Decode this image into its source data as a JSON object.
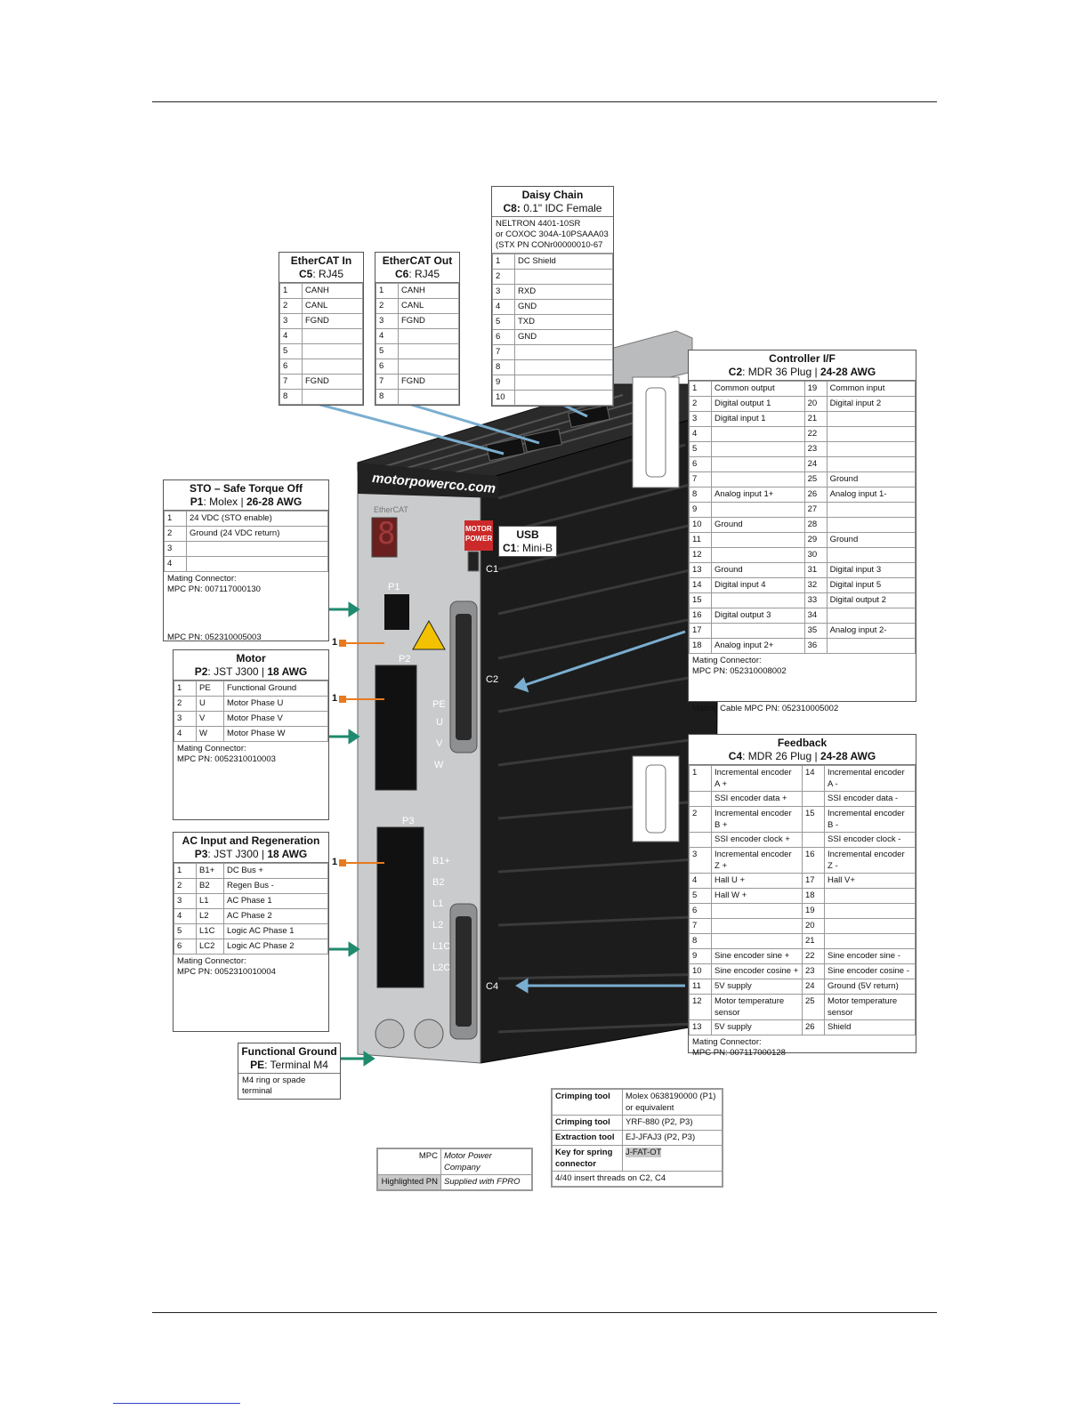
{
  "ethercat_in": {
    "title": "EtherCAT In",
    "sub_bold": "C5",
    "sub": ": RJ45",
    "rows": [
      [
        "1",
        "CANH"
      ],
      [
        "2",
        "CANL"
      ],
      [
        "3",
        "FGND"
      ],
      [
        "4",
        ""
      ],
      [
        "5",
        ""
      ],
      [
        "6",
        ""
      ],
      [
        "7",
        "FGND"
      ],
      [
        "8",
        ""
      ]
    ]
  },
  "ethercat_out": {
    "title": "EtherCAT Out",
    "sub_bold": "C6",
    "sub": ": RJ45",
    "rows": [
      [
        "1",
        "CANH"
      ],
      [
        "2",
        "CANL"
      ],
      [
        "3",
        "FGND"
      ],
      [
        "4",
        ""
      ],
      [
        "5",
        ""
      ],
      [
        "6",
        ""
      ],
      [
        "7",
        "FGND"
      ],
      [
        "8",
        ""
      ]
    ]
  },
  "daisy": {
    "title": "Daisy Chain",
    "sub_bold": "C8:",
    "sub": " 0.1\" IDC Female",
    "note": [
      "NELTRON 4401-10SR",
      "or COXOC 304A-10PSAAA03",
      "(STX PN CONr00000010-67"
    ],
    "rows": [
      [
        "1",
        "DC Shield"
      ],
      [
        "2",
        ""
      ],
      [
        "3",
        "RXD"
      ],
      [
        "4",
        "GND"
      ],
      [
        "5",
        "TXD"
      ],
      [
        "6",
        "GND"
      ],
      [
        "7",
        ""
      ],
      [
        "8",
        ""
      ],
      [
        "9",
        ""
      ],
      [
        "10",
        ""
      ]
    ]
  },
  "controller": {
    "title": "Controller I/F",
    "sub_bold": "C2",
    "sub": ": MDR 36 Plug  |  ",
    "sub2_bold": "24-28 AWG",
    "rows": [
      [
        "1",
        "Common output",
        "19",
        "Common input"
      ],
      [
        "2",
        "Digital output 1",
        "20",
        "Digital input 2"
      ],
      [
        "3",
        "Digital input 1",
        "21",
        ""
      ],
      [
        "4",
        "",
        "22",
        ""
      ],
      [
        "5",
        "",
        "23",
        ""
      ],
      [
        "6",
        "",
        "24",
        ""
      ],
      [
        "7",
        "",
        "25",
        "Ground"
      ],
      [
        "8",
        "Analog input 1+",
        "26",
        "Analog input 1-"
      ],
      [
        "9",
        "",
        "27",
        ""
      ],
      [
        "10",
        "Ground",
        "28",
        ""
      ],
      [
        "11",
        "",
        "29",
        "Ground"
      ],
      [
        "12",
        "",
        "30",
        ""
      ],
      [
        "13",
        "Ground",
        "31",
        "Digital input 3"
      ],
      [
        "14",
        "Digital input 4",
        "32",
        "Digital input 5"
      ],
      [
        "15",
        "",
        "33",
        "Digital output 2"
      ],
      [
        "16",
        "Digital output 3",
        "34",
        ""
      ],
      [
        "17",
        "",
        "35",
        "Analog input 2-"
      ],
      [
        "18",
        "Analog input 2+",
        "36",
        ""
      ]
    ],
    "mating": "Mating Connector:",
    "mating_pn": "MPC PN: 052310008002",
    "cable": "Mating Cable MPC PN: 052310005002"
  },
  "sto": {
    "title": "STO – Safe Torque Off",
    "sub_bold": "P1",
    "sub": ": Molex  |  ",
    "sub2_bold": "26-28 AWG",
    "rows": [
      [
        "1",
        "24 VDC (STO enable)"
      ],
      [
        "2",
        "Ground (24 VDC return)"
      ],
      [
        "3",
        ""
      ],
      [
        "4",
        ""
      ]
    ],
    "mating": "Mating Connector:",
    "mating_pn": "MPC PN: 007117000130",
    "pn2": "MPC PN: 052310005003"
  },
  "usb": {
    "title": "USB",
    "sub_bold": "C1",
    "sub": ": Mini-B"
  },
  "motor": {
    "title": "Motor",
    "sub_bold": "P2",
    "sub": ": JST J300  |  ",
    "sub2_bold": "18 AWG",
    "rows": [
      [
        "1",
        "PE",
        "Functional Ground"
      ],
      [
        "2",
        "U",
        "Motor Phase U"
      ],
      [
        "3",
        "V",
        "Motor Phase V"
      ],
      [
        "4",
        "W",
        "Motor Phase W"
      ]
    ],
    "mating": "Mating Connector:",
    "mating_pn": "MPC PN: 0052310010003"
  },
  "ac": {
    "title": "AC Input and Regeneration",
    "sub_bold": "P3",
    "sub": ": JST J300  |  ",
    "sub2_bold": "18 AWG",
    "rows": [
      [
        "1",
        "B1+",
        "DC Bus +"
      ],
      [
        "2",
        "B2",
        "Regen Bus -"
      ],
      [
        "3",
        "L1",
        "AC Phase 1"
      ],
      [
        "4",
        "L2",
        "AC Phase 2"
      ],
      [
        "5",
        "L1C",
        "Logic AC Phase 1"
      ],
      [
        "6",
        "LC2",
        "Logic AC Phase 2"
      ]
    ],
    "mating": "Mating Connector:",
    "mating_pn": "MPC PN: 0052310010004"
  },
  "fg": {
    "title": "Functional Ground",
    "sub_bold": "PE",
    "sub": ": Terminal M4",
    "note": "M4 ring or spade terminal"
  },
  "feedback": {
    "title": "Feedback",
    "sub_bold": "C4",
    "sub": ": MDR 26 Plug  |  ",
    "sub2_bold": "24-28 AWG",
    "rows": [
      [
        "1",
        "Incremental encoder A +",
        "14",
        "Incremental encoder A -"
      ],
      [
        "",
        "SSI encoder data +",
        "",
        "SSI encoder data -"
      ],
      [
        "2",
        "Incremental encoder B +",
        "15",
        "Incremental encoder B -"
      ],
      [
        "",
        "SSI encoder clock +",
        "",
        "SSI encoder clock -"
      ],
      [
        "3",
        "Incremental encoder Z +",
        "16",
        "Incremental encoder Z -"
      ],
      [
        "4",
        "Hall U +",
        "17",
        "Hall V+"
      ],
      [
        "5",
        "Hall W +",
        "18",
        ""
      ],
      [
        "6",
        "",
        "19",
        ""
      ],
      [
        "7",
        "",
        "20",
        ""
      ],
      [
        "8",
        "",
        "21",
        ""
      ],
      [
        "9",
        "Sine encoder sine +",
        "22",
        "Sine encoder sine -"
      ],
      [
        "10",
        "Sine encoder cosine +",
        "23",
        "Sine encoder cosine -"
      ],
      [
        "11",
        "5V supply",
        "24",
        "Ground (5V return)"
      ],
      [
        "12",
        "Motor temperature sensor",
        "25",
        "Motor temperature sensor"
      ],
      [
        "13",
        "5V supply",
        "26",
        "Shield"
      ]
    ],
    "mating": "Mating Connector:",
    "mating_pn": "MPC PN: 007117000128"
  },
  "legend": {
    "rows": [
      [
        "MPC",
        "Motor Power Company"
      ],
      [
        "Highlighted PN",
        "Supplied with FPRO"
      ]
    ]
  },
  "tools": {
    "rows": [
      [
        "Crimping tool",
        "Molex 0638190000 (P1) or equivalent"
      ],
      [
        "Crimping tool",
        "YRF-880  (P2, P3)"
      ],
      [
        "Extraction tool",
        "EJ-JFAJ3  (P2, P3)"
      ],
      [
        "Key for spring connector",
        "J-FAT-OT"
      ]
    ],
    "note": "4/40 insert threads on C2, C4"
  },
  "device": {
    "brand": "motorpowerco.com",
    "ethercat": "EtherCAT",
    "logo_line1": "MOTOR",
    "logo_line2": "POWER",
    "digit": "8",
    "labels": {
      "c1": "C1",
      "p1": "P1",
      "p2": "P2",
      "c2": "C2",
      "p3": "P3",
      "c4": "C4",
      "pe": "PE",
      "u": "U",
      "v": "V",
      "w": "W",
      "b1": "B1+",
      "b2": "B2",
      "l1": "L1",
      "l2": "L2",
      "l1c": "L1C",
      "l2c": "L2C",
      "num1": "1"
    }
  },
  "colors": {
    "arrow_green": "#1f8a6e",
    "arrow_blue": "#7aaed0",
    "pin1_orange": "#e87a1e",
    "device_body": "#1c1c1c",
    "device_face": "#c9cbcc"
  }
}
